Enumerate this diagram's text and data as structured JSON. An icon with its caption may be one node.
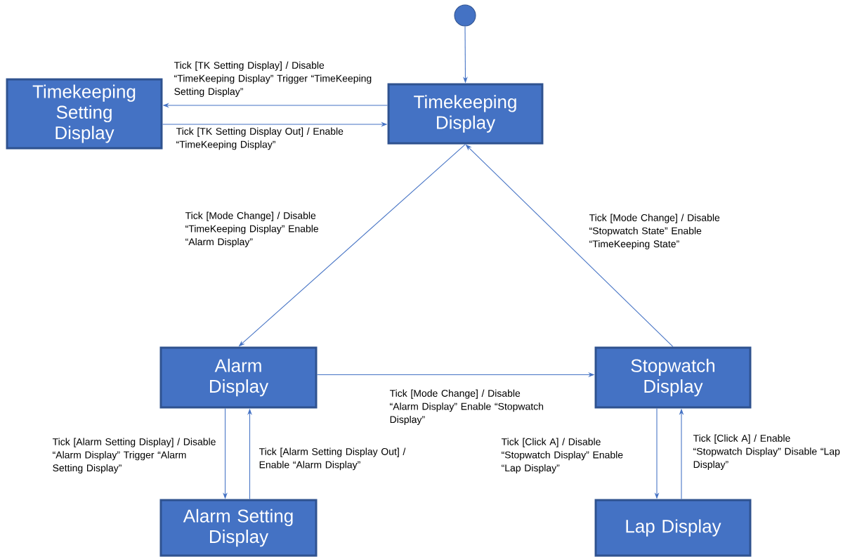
{
  "diagram": {
    "nodes": [
      {
        "text": [],
        "shape": "circle"
      },
      {
        "text": [
          "Timekeeping Display"
        ]
      },
      {
        "text": [
          "Timekeeping Setting Display"
        ]
      },
      {
        "text": [
          "Alarm Display"
        ]
      },
      {
        "text": [
          "Stopwatch Display"
        ]
      },
      {
        "text": [
          "Alarm Setting Display"
        ]
      },
      {
        "text": [
          "Lap Display"
        ]
      }
    ],
    "edges": [
      {
        "from": 0,
        "to": 1,
        "arrow": "to"
      },
      {
        "from": 1,
        "to": 2,
        "arrow": "to",
        "label": "Tick [TK Setting Display] / Disable “TimeKeeping Display” Trigger “TimeKeeping Setting Display”"
      },
      {
        "from": 2,
        "to": 1,
        "arrow": "to",
        "label": "Tick [TK Setting Display Out] / Enable “TimeKeeping Display”"
      },
      {
        "from": 1,
        "to": 3,
        "arrow": "to",
        "label": "Tick [Mode Change] / Disable “TimeKeeping Display” Enable “Alarm Display”"
      },
      {
        "from": 4,
        "to": 1,
        "arrow": "to",
        "label": "Tick [Mode Change] / Disable “Stopwatch State” Enable “TimeKeeping State”"
      },
      {
        "from": 3,
        "to": 4,
        "arrow": "to",
        "label": "Tick [Mode Change] / Disable “Alarm Display” Enable “Stopwatch Display”"
      },
      {
        "from": 3,
        "to": 5,
        "arrow": "to",
        "label": "Tick [Alarm Setting Display] / Disable “Alarm Display” Trigger “Alarm Setting Display”"
      },
      {
        "from": 5,
        "to": 3,
        "arrow": "to",
        "label": "Tick [Alarm Setting Display Out] / Enable “Alarm Display”"
      },
      {
        "from": 4,
        "to": 6,
        "arrow": "to",
        "label": "Tick [Click A] / Disable “Stopwatch Display” Enable “Lap Display”"
      },
      {
        "from": 6,
        "to": 4,
        "arrow": "to",
        "label": "Tick [Click A] / Enable “Stopwatch Display” Disable “Lap Display”"
      }
    ]
  }
}
